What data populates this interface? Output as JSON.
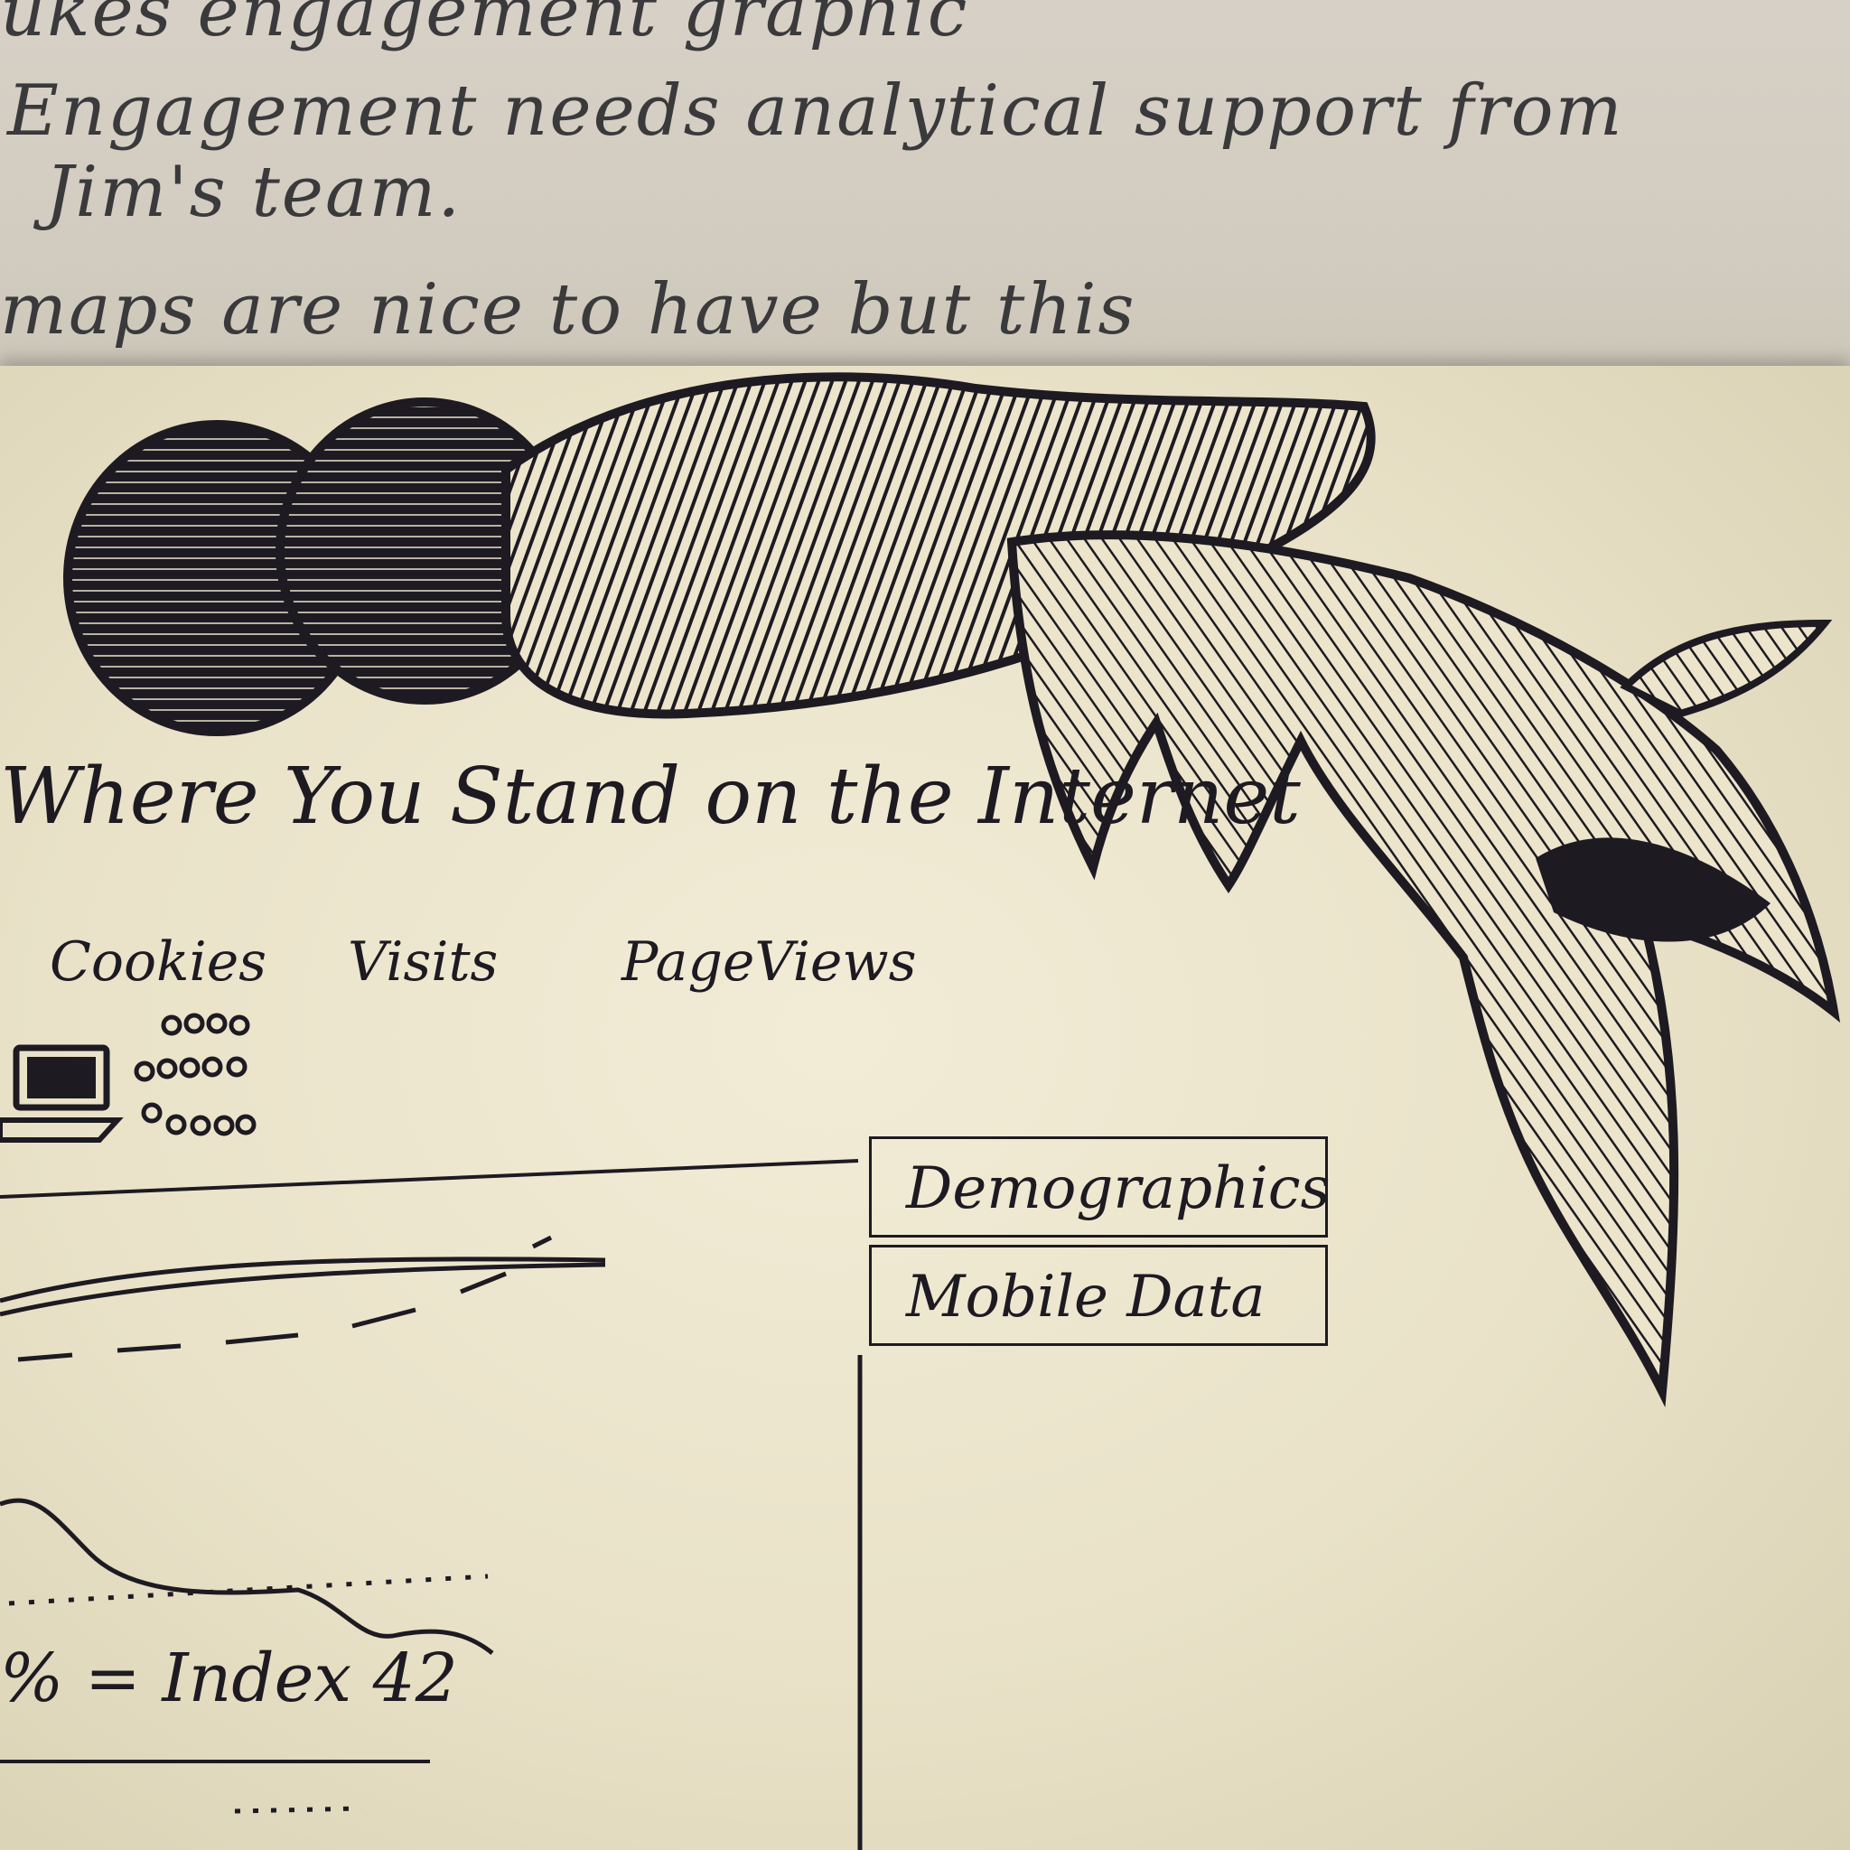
{
  "notes": {
    "line_1": "ukes engagement graphic",
    "line_2": "Engagement needs analytical support from",
    "line_3": "Jim's team.",
    "line_4": "maps are nice to have but this"
  },
  "sketch": {
    "title": "Where You Stand on the Internet",
    "metrics": [
      "Cookies",
      "Visits",
      "PageViews"
    ],
    "menu": [
      "Demographics",
      "Mobile Data"
    ],
    "formula": "% = Index 42"
  },
  "colors": {
    "ink": "#1d1a22",
    "paper": "#ece5cc",
    "note_paper": "#d3cdc1"
  }
}
